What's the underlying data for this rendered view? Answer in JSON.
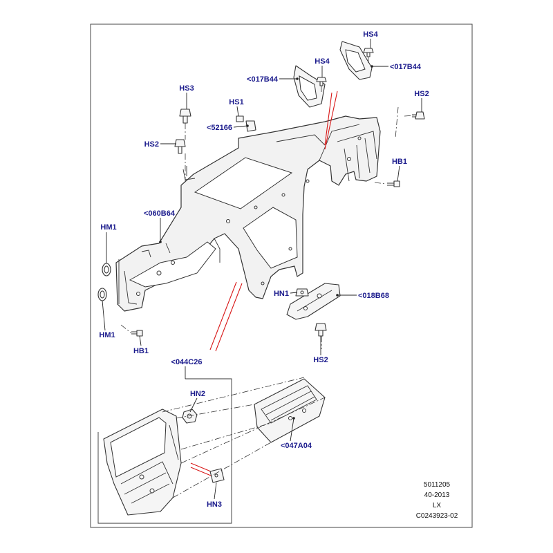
{
  "labels": {
    "hs4_top": "HS4",
    "b017_right": "<017B44",
    "hs4_mid": "HS4",
    "b017_left": "<017B44",
    "hs2_right": "HS2",
    "hs3": "HS3",
    "hs1": "HS1",
    "p52166": "<52166",
    "hs2_left": "HS2",
    "hb1_right": "HB1",
    "b060": "<060B64",
    "hm1_top": "HM1",
    "hm1_bottom": "HM1",
    "hb1_left": "HB1",
    "hn1": "HN1",
    "b018": "<018B68",
    "hs2_bottom": "HS2",
    "c044": "<044C26",
    "hn2": "HN2",
    "a047": "<047A04",
    "hn3": "HN3"
  },
  "meta": {
    "line1": "5011205",
    "line2": "40-2013",
    "line3": "LX",
    "line4": "C0243923-02"
  },
  "colors": {
    "label": "#1a1a8c",
    "highlight": "#d81818",
    "line": "#333333"
  }
}
